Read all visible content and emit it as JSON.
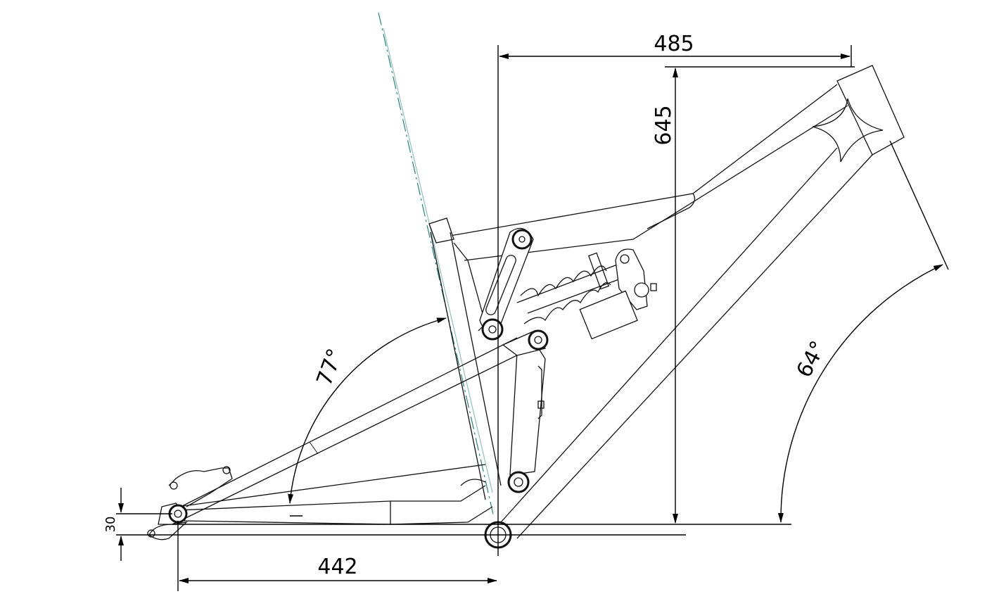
{
  "drawing": {
    "dimensions": {
      "reach": "485",
      "stack": "645",
      "chainstay": "442",
      "bb_drop": "30",
      "seat_angle": "77°",
      "head_angle": "64°"
    },
    "colors": {
      "line": "#111111",
      "centerline": "#2a7f7a",
      "background": "#ffffff"
    }
  }
}
